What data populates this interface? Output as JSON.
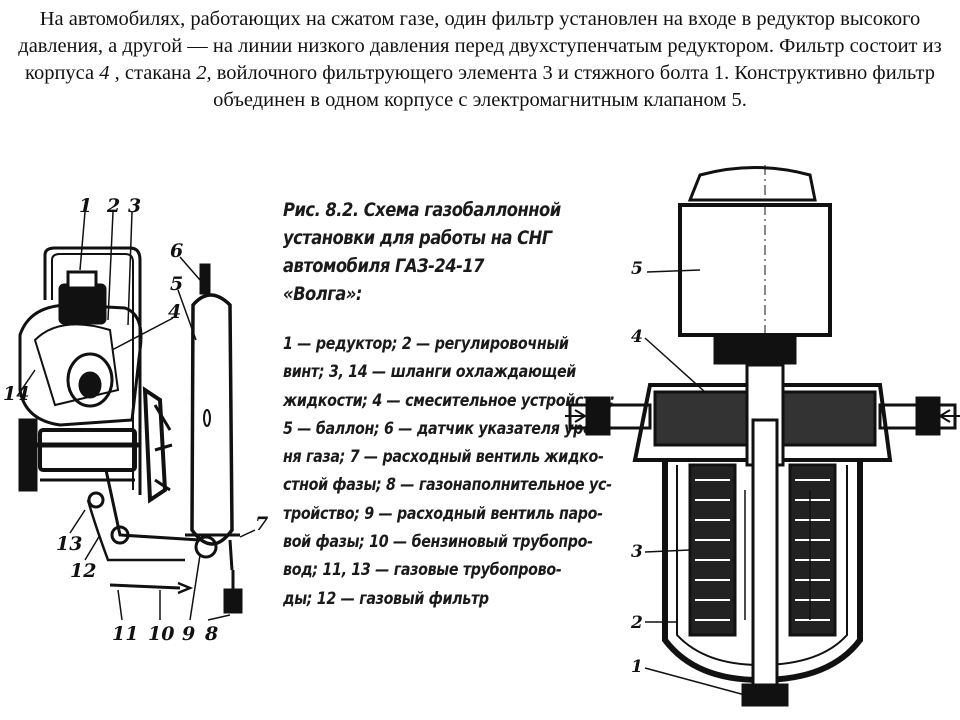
{
  "intro": {
    "part1": "На автомобилях, работающих на сжатом газе, один фильтр установлен на входе в редуктор высокого давления, а другой — на линии низкого давления перед двухступенчатым редуктором. Фильтр состоит из корпуса ",
    "num4": "4",
    "part2": " , стакана ",
    "num2": "2,",
    "part3": " войлочного фильтрующего элемента 3 и стяжного болта 1. Конструктивно фильтр объединен в одном корпусе с электромагнитным клапаном 5."
  },
  "caption": {
    "title": "Рис. 8.2. Схема газобаллонной установки для работы на СНГ автомобиля ГАЗ-24-17 «Волга»:",
    "legend_lines": [
      "1 — редуктор; 2 — регулировочный",
      "винт; 3, 14 — шланги охлаждающей",
      "жидкости; 4 — смесительное устройство;",
      "5 — баллон; 6 — датчик указателя уров-",
      "ня газа; 7 — расходный вентиль жидко-",
      "стной фазы; 8 — газонаполнительное ус-",
      "тройство; 9 — расходный вентиль паро-",
      "вой фазы; 10 — бензиновый трубопро-",
      "вод; 11, 13 — газовые трубопрово-",
      "ды; 12 — газовый фильтр"
    ]
  },
  "left_labels": {
    "n1": "1",
    "n2": "2",
    "n3": "3",
    "n4": "4",
    "n5": "5",
    "n6": "6",
    "n7": "7",
    "n8": "8",
    "n9": "9",
    "n10": "10",
    "n11": "11",
    "n12": "12",
    "n13": "13",
    "n14": "14"
  },
  "right_labels": {
    "n1": "1",
    "n2": "2",
    "n3": "3",
    "n4": "4",
    "n5": "5"
  },
  "colors": {
    "ink": "#111111",
    "background": "#ffffff"
  }
}
